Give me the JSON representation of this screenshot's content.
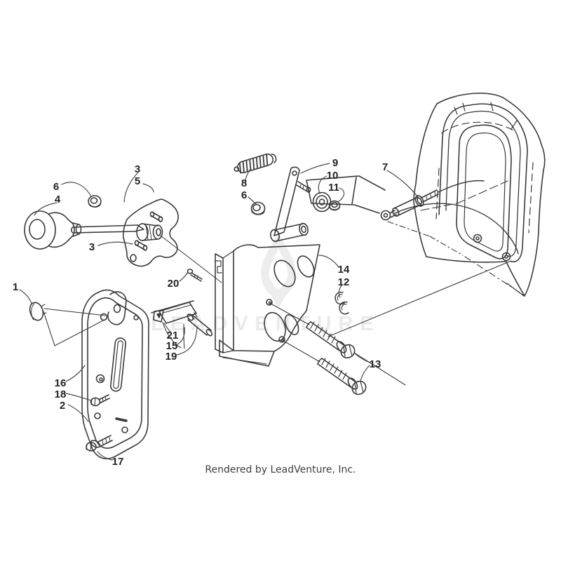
{
  "diagram": {
    "type": "exploded-parts-diagram",
    "caption": "Rendered by LeadVenture, Inc.",
    "watermark": {
      "text": "LEADVENTURE",
      "logo": "flame-v-logo"
    },
    "colors": {
      "background": "#ffffff",
      "line": "#3a3a3a",
      "leader": "#4a4a4a",
      "watermark": "#ebebeb",
      "caption": "#3d3d3d"
    },
    "callouts": [
      {
        "label": "1"
      },
      {
        "label": "2"
      },
      {
        "label": "3"
      },
      {
        "label": "3"
      },
      {
        "label": "4"
      },
      {
        "label": "5"
      },
      {
        "label": "6"
      },
      {
        "label": "6"
      },
      {
        "label": "7"
      },
      {
        "label": "8"
      },
      {
        "label": "9"
      },
      {
        "label": "10"
      },
      {
        "label": "11"
      },
      {
        "label": "12"
      },
      {
        "label": "13"
      },
      {
        "label": "14"
      },
      {
        "label": "15"
      },
      {
        "label": "16"
      },
      {
        "label": "17"
      },
      {
        "label": "18"
      },
      {
        "label": "19"
      },
      {
        "label": "20"
      },
      {
        "label": "21"
      }
    ]
  }
}
